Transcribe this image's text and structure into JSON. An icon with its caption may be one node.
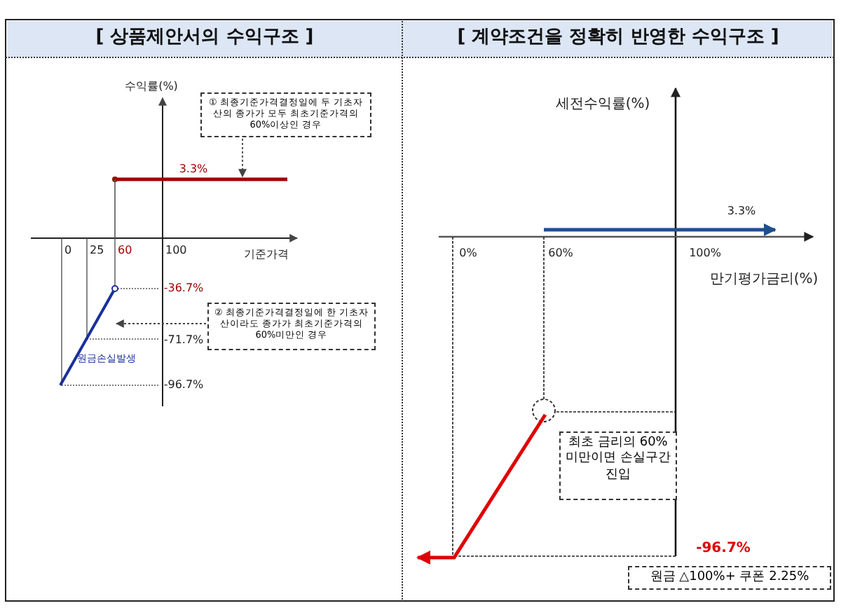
{
  "diagram": {
    "nodes": [
      {
        "text": [
          "① 최종기준가격결정일에 두 기초자산의 종가가 모두 최초기준가격의 60%이상인 경우"
        ]
      },
      {
        "text": [
          "② 최종기준가격결정일에 한 기초자산이라도 종가가 최초기준가격의 60%미만인 경우"
        ]
      },
      {
        "text": [
          "최초 금리의 60%미만이면 손실구간 진입"
        ]
      },
      {
        "text": [
          "원금 △100%+ 쿠폰 2.25%"
        ]
      }
    ],
    "edges": [
      {
        "from": 0,
        "to": null,
        "arrow": "to",
        "style": "dashed"
      },
      {
        "from": 1,
        "to": null,
        "arrow": "to",
        "style": "dashed"
      }
    ],
    "labels": [
      "[ 상품제안서의 수익구조 ]",
      "[ 계약조건을 정확히 반영한 수익구조 ]",
      "수익률(%)",
      "3.3%",
      "0",
      "25",
      "60",
      "100",
      "기준가격",
      "-36.7%",
      "-71.7%",
      "원금손실발생",
      "-96.7%",
      "세전수익률(%)",
      "3.3%",
      "0%",
      "60%",
      "100%",
      "만기평가금리(%)",
      "-96.7%"
    ]
  }
}
